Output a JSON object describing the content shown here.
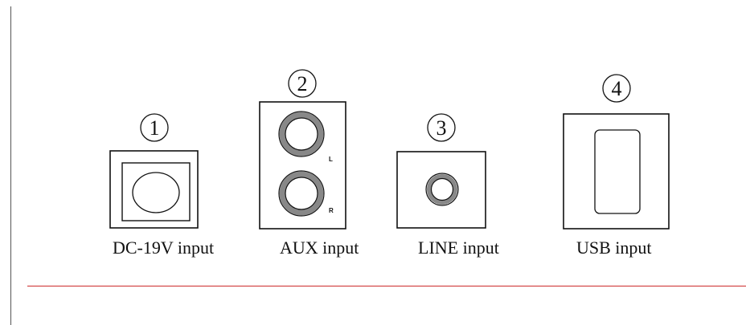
{
  "ports": [
    {
      "number": "1",
      "label": "DC-19V input"
    },
    {
      "number": "2",
      "label": "AUX input",
      "channels": [
        "L",
        "R"
      ]
    },
    {
      "number": "3",
      "label": "LINE input"
    },
    {
      "number": "4",
      "label": "USB input"
    }
  ],
  "colors": {
    "outline": "#111111",
    "jack_ring": "#888888",
    "rule": "#cc2a2a"
  }
}
